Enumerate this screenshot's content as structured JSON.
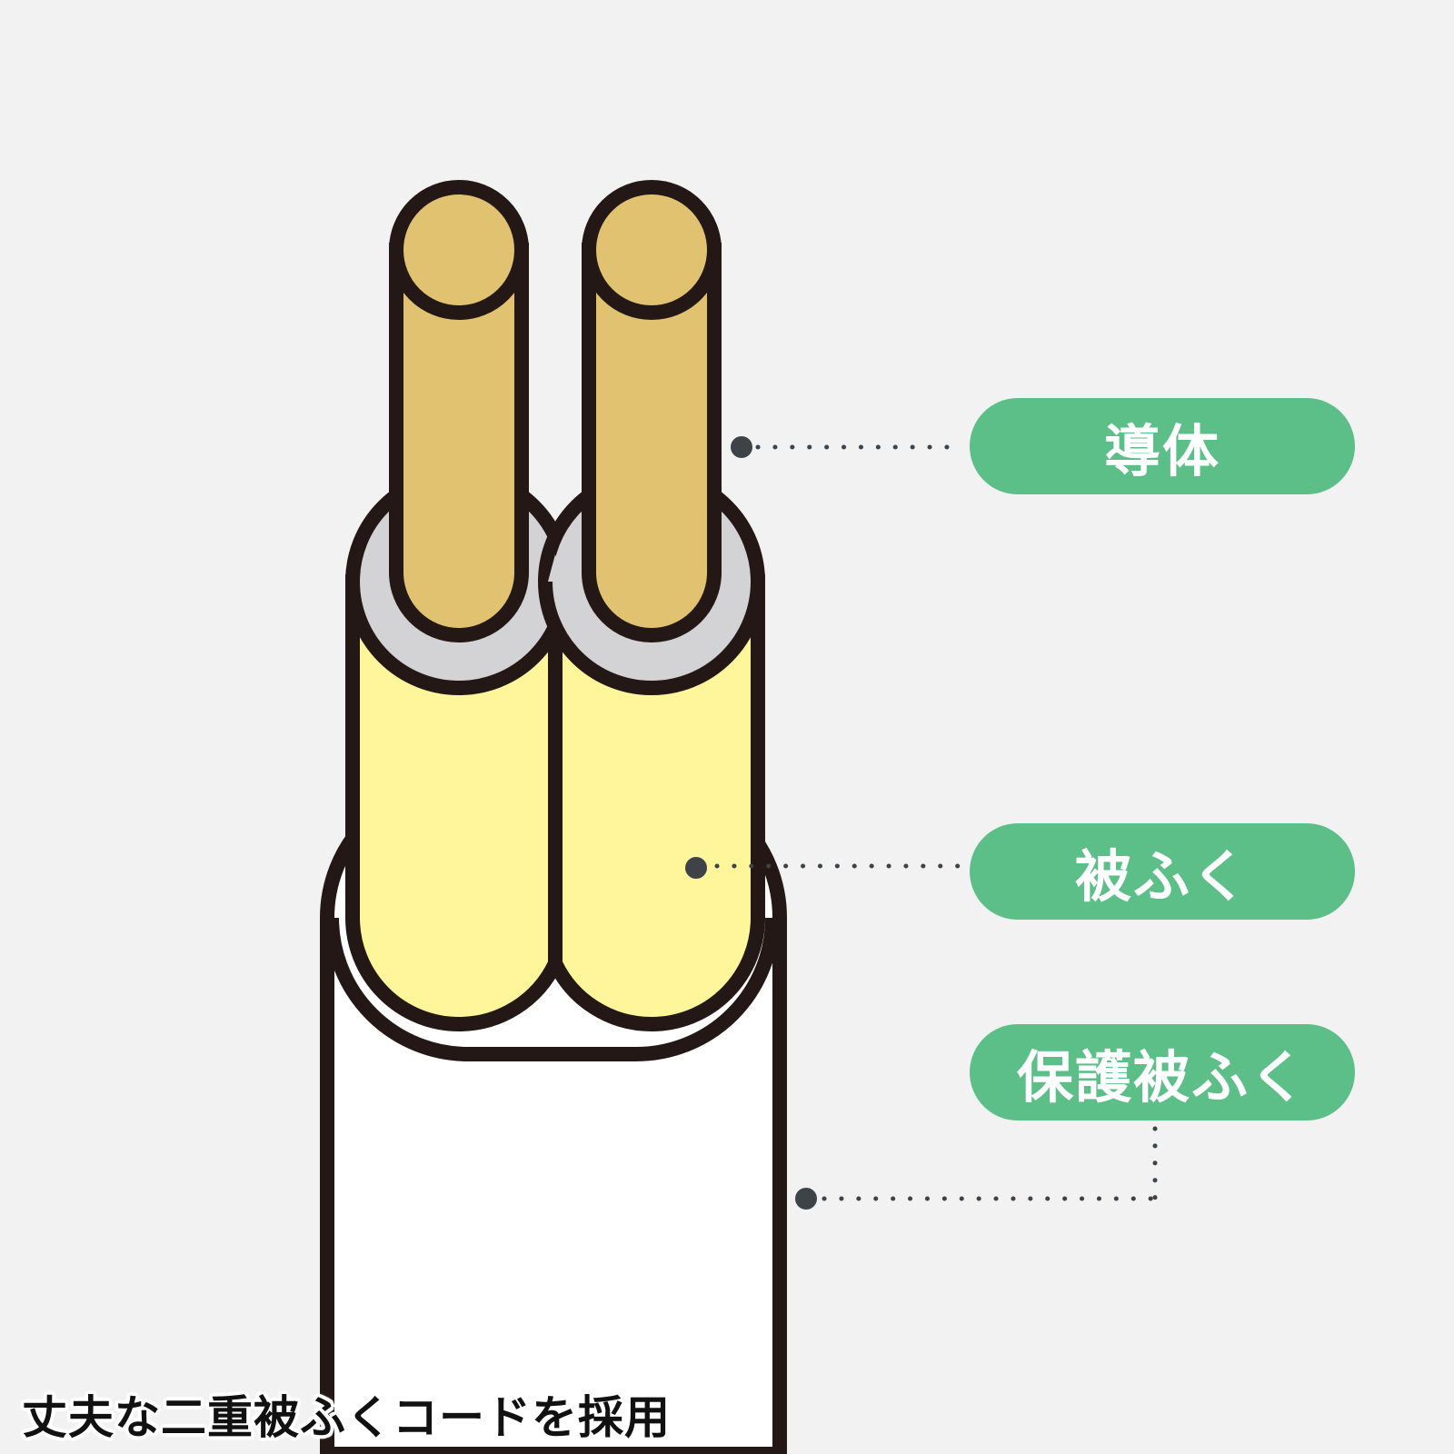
{
  "labels": {
    "conductor": "導体",
    "insulation": "被ふく",
    "sheath": "保護被ふく"
  },
  "caption": "丈夫な二重被ふくコードを採用",
  "colors": {
    "background": "#f2f2f2",
    "outline": "#231815",
    "conductor": "#e0c270",
    "inner_ring": "#d3d3d5",
    "insulation": "#fff69c",
    "sheath": "#ffffff",
    "label_pill": "#5cbf88",
    "leader_line": "#3e4347"
  }
}
